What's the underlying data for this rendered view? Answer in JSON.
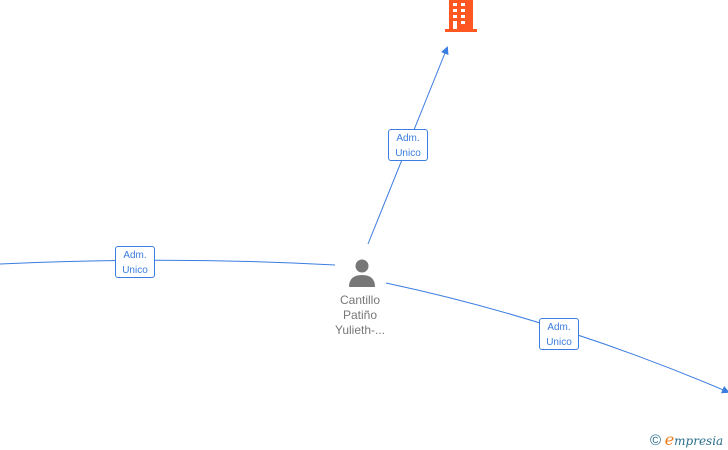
{
  "colors": {
    "edge": "#3b7de0",
    "company": "#ff5722",
    "person": "#777777"
  },
  "nodes": {
    "person": {
      "name_lines": [
        "Cantillo",
        "Patiño",
        "Yulieth-..."
      ],
      "icon": "person-icon"
    },
    "company": {
      "icon": "building-icon"
    }
  },
  "edges": [
    {
      "label_lines": [
        "Adm.",
        "Unico"
      ]
    },
    {
      "label_lines": [
        "Adm.",
        "Unico"
      ]
    },
    {
      "label_lines": [
        "Adm.",
        "Unico"
      ]
    }
  ],
  "footer": {
    "copyright": "©",
    "brand_e": "e",
    "brand_rest": "mpresia"
  }
}
